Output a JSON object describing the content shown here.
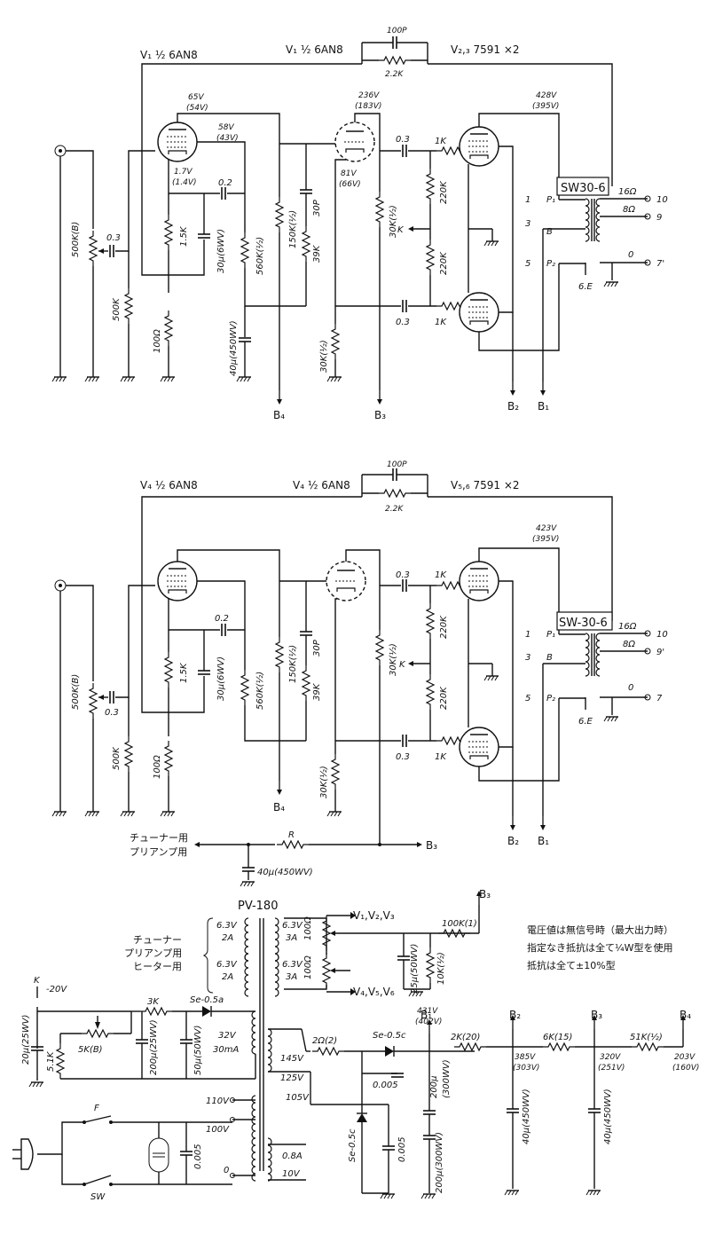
{
  "amp1": {
    "v1a": "V₁ ½ 6AN8",
    "v1b": "V₁ ½ 6AN8",
    "v23": "V₂,₃ 7591 ×2",
    "fb_cap": "100P",
    "fb_res": "2.2K",
    "v_pen_plate": "65V",
    "v_pen_plate_max": "(54V)",
    "v_pen_screen": "58V",
    "v_pen_screen_max": "(43V)",
    "v_pen_cath": "1.7V",
    "v_pen_cath_max": "(1.4V)",
    "v_tri_plate": "236V",
    "v_tri_plate_max": "(183V)",
    "v_tri_cath": "81V",
    "v_tri_cath_max": "(66V)",
    "v_out_plate": "428V",
    "v_out_plate_max": "(395V)",
    "vol": "500K(B)",
    "c_in": "0.3",
    "r_grid": "500K",
    "r_cath": "100Ω",
    "r_1k5": "1.5K",
    "c_02": "0.2",
    "c_30u": "30μ(6WV)",
    "r_560k": "560K(½)",
    "r_150k": "150K(½)",
    "c_30p": "30P",
    "r_39k": "39K",
    "c_40u": "40μ(450WV)",
    "r_30k_a": "30K(½)",
    "r_30k_b": "30K(½)",
    "c_03a": "0.3",
    "c_03b": "0.3",
    "r_1ka": "1K",
    "r_1kb": "1K",
    "r_220a": "220K",
    "r_220b": "220K",
    "k": "K",
    "xfmr": "SW30-6",
    "p1": "P₁",
    "bb": "B",
    "p2": "P₂",
    "pin1": "1",
    "pin3": "3",
    "pin5": "5",
    "t16": "16Ω",
    "t8": "8Ω",
    "t0": "0",
    "ge": "6.E",
    "n10": "10",
    "n9": "9",
    "n7": "7'",
    "b1": "B₁",
    "b2": "B₂",
    "b3": "B₃",
    "b4": "B₄"
  },
  "amp2": {
    "v4a": "V₄ ½ 6AN8",
    "v4b": "V₄ ½ 6AN8",
    "v56": "V₅,₆ 7591 ×2",
    "fb_cap": "100P",
    "fb_res": "2.2K",
    "v_out_plate": "423V",
    "v_out_plate_max": "(395V)",
    "vol": "500K(B)",
    "c_in": "0.3",
    "r_grid": "500K",
    "r_cath": "100Ω",
    "r_1k5": "1.5K",
    "c_02": "0.2",
    "c_30u": "30μ(6WV)",
    "r_560k": "560K(½)",
    "r_150k": "150K(½)",
    "c_30p": "30P",
    "r_39k": "39K",
    "r_30k_a": "30K(½)",
    "r_30k_b": "30K(½)",
    "c_03a": "0.3",
    "c_03b": "0.3",
    "r_1ka": "1K",
    "r_1kb": "1K",
    "r_220a": "220K",
    "r_220b": "220K",
    "k": "K",
    "xfmr": "SW-30-6",
    "p1": "P₁",
    "bb": "B",
    "p2": "P₂",
    "pin1": "1",
    "pin3": "3",
    "pin5": "5",
    "t16": "16Ω",
    "t8": "8Ω",
    "t0": "0",
    "ge": "6.E",
    "n10": "10",
    "n9": "9'",
    "n7": "7",
    "b1": "B₁",
    "b2": "B₂",
    "b4": "B₄",
    "tuner1": "チューナー用",
    "tuner2": "プリアンプ用",
    "rr": "R",
    "cc": "40μ(450WV)",
    "b3": "B₃"
  },
  "psu": {
    "pt": "PV-180",
    "h1v": "6.3V",
    "h1a": "2A",
    "h2v": "6.3V",
    "h2a": "2A",
    "h3v": "6.3V",
    "h3a": "3A",
    "h4v": "6.3V",
    "h4a": "3A",
    "heater_lbl1": "チューナー",
    "heater_lbl2": "プリアンプ用",
    "heater_lbl3": "ヒーター用",
    "hum": "100Ω",
    "hum2": "100Ω",
    "ht1": "V₁,V₂,V₃",
    "ht2": "V₄,V₅,V₆",
    "c_25": "25μ(50WV)",
    "r_10k": "10K(½)",
    "r_100k": "100K(1)",
    "b3": "B₃",
    "note1": "電圧値は無信号時（最大出力時）",
    "note2": "指定なき抵抗は全て¼W型を使用",
    "note3": "抵抗は全て±10%型",
    "k": "K",
    "m20": "-20V",
    "c_20": "20μ(25WV)",
    "r_51k": "5.1K",
    "r_5k": "5K(B)",
    "r_3k": "3K",
    "c_200": "200μ(25WV)",
    "se05a": "Se-0.5a",
    "c_50": "50μ(50WV)",
    "v32": "32V",
    "ma30": "30mA",
    "t145": "145V",
    "t125": "125V",
    "t105": "105V",
    "r_2": "2Ω(2)",
    "se05c": "Se-0.5c",
    "se05c2": "Se-0.5c",
    "c_005a": "0.005",
    "c_005b": "0.005",
    "v431": "431V",
    "v402": "(402V)",
    "b1": "B₁",
    "r_2k": "2K(20)",
    "b2": "B₂",
    "c_200a": "200μ",
    "c_200a2": "(300WV)",
    "c_200b": "200μ(300WV)",
    "v385": "385V",
    "v303": "(303V)",
    "c_40a": "40μ(450WV)",
    "r_6k": "6K(15)",
    "b3b": "B₃",
    "v320": "320V",
    "v251": "(251V)",
    "c_40b": "40μ(450WV)",
    "r_51kb": "51K(½)",
    "b4": "B₄",
    "v203": "203V",
    "v160": "(160V)",
    "ac110": "110V",
    "ac100": "100V",
    "ac0": "0",
    "f": "F",
    "sw": "SW",
    "c_005": "0.005",
    "a08": "0.8A",
    "v10": "10V"
  }
}
